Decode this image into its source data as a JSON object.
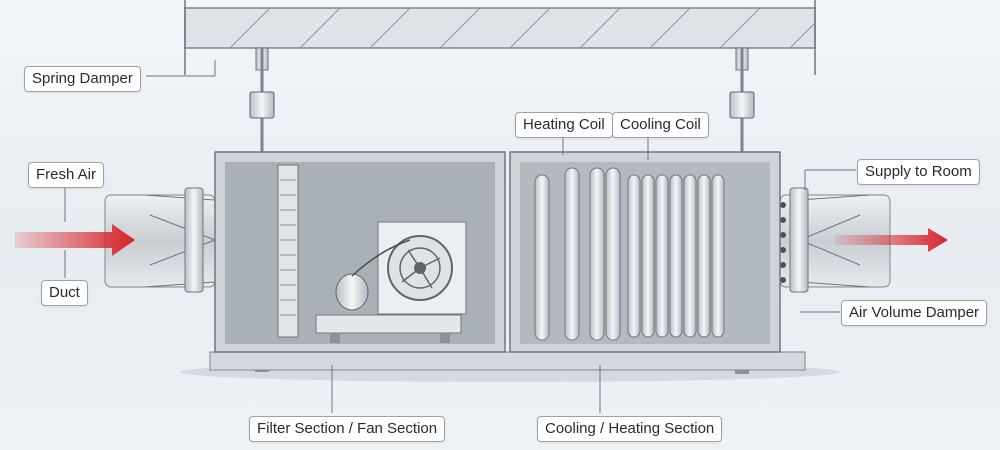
{
  "labels": {
    "spring_damper": "Spring Damper",
    "fresh_air": "Fresh Air",
    "duct": "Duct",
    "heating_coil": "Heating Coil",
    "cooling_coil": "Cooling Coil",
    "supply_to_room": "Supply to Room",
    "air_volume_damper": "Air Volume Damper",
    "filter_fan_section": "Filter Section / Fan Section",
    "cooling_heating_section": "Cooling / Heating Section"
  },
  "colors": {
    "airflow_arrow": "#d8242b",
    "label_border": "#9aa3ab",
    "metal": "#c9ced3"
  }
}
